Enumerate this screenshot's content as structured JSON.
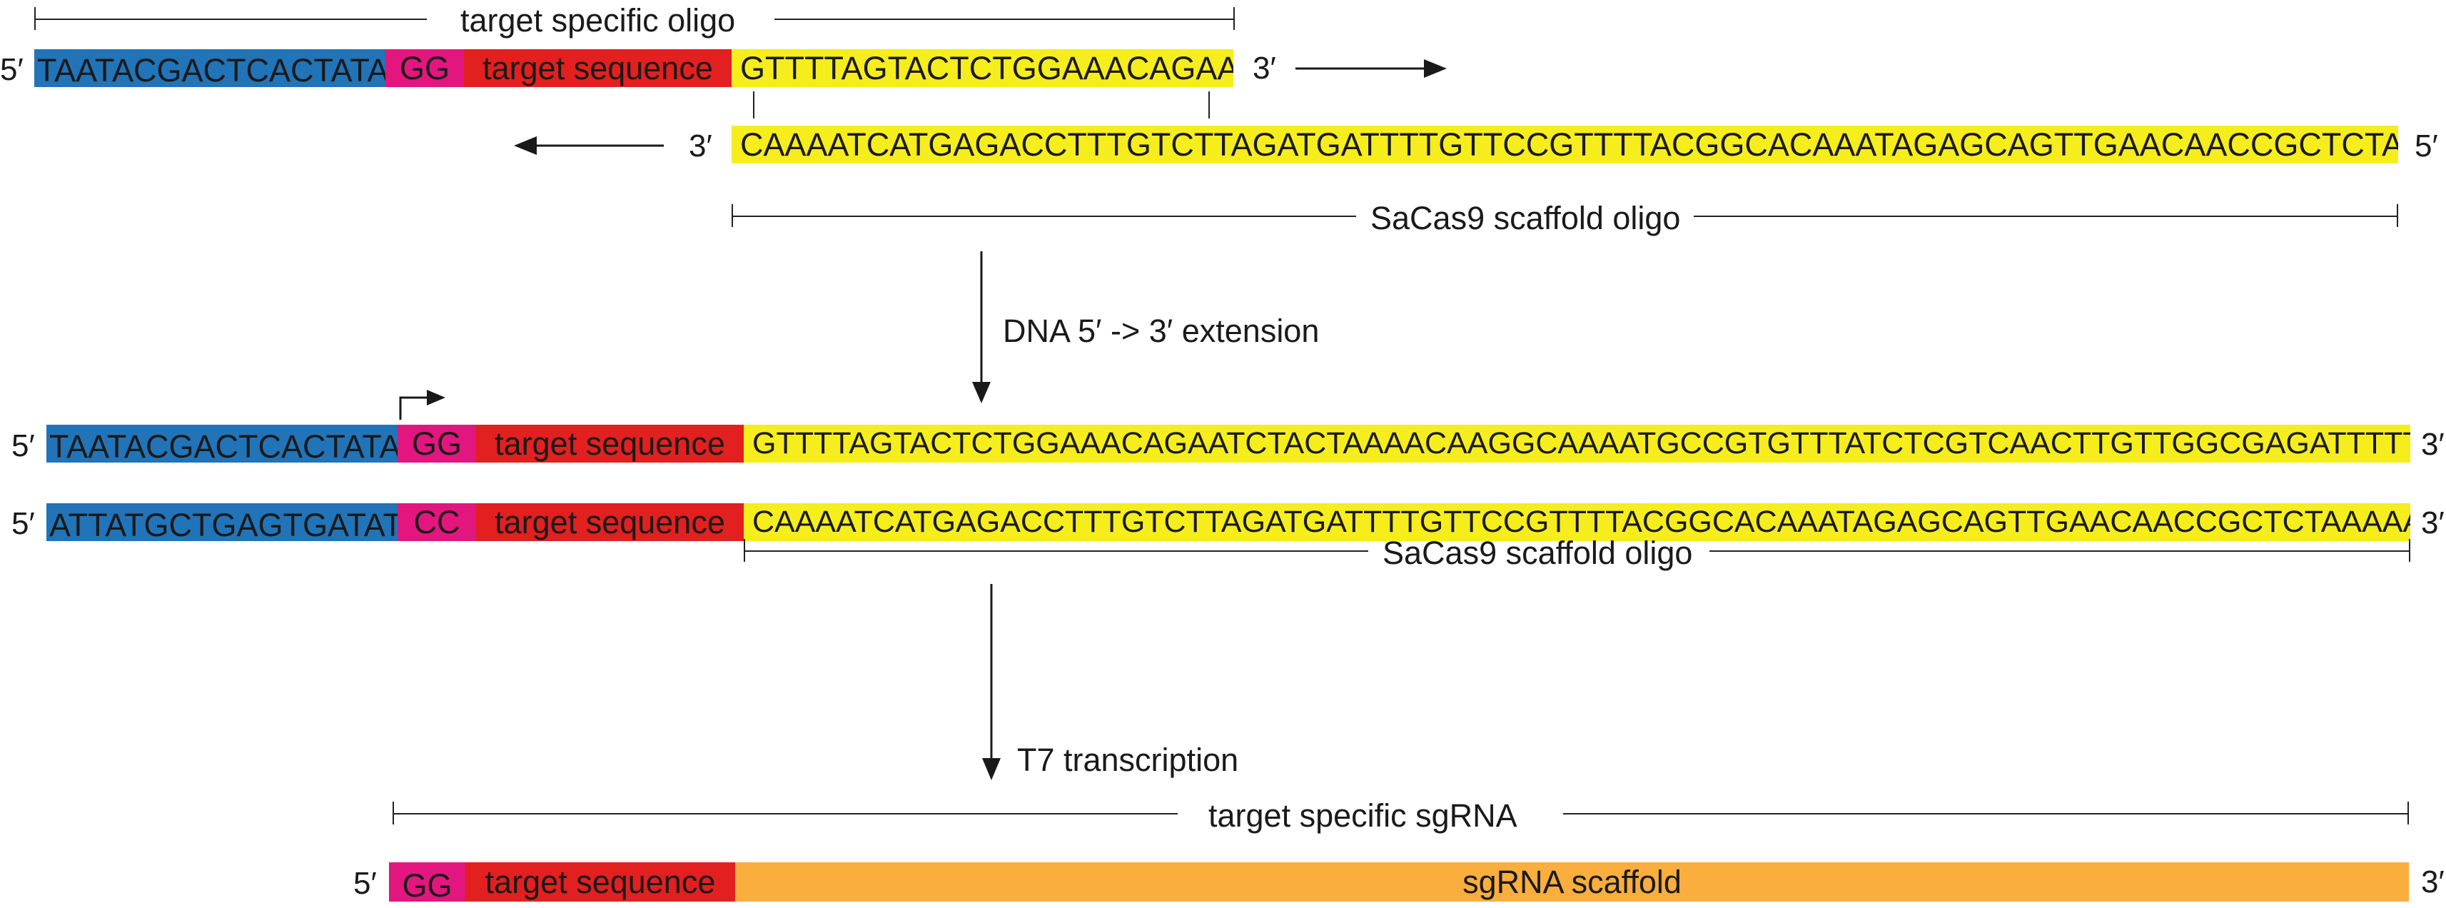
{
  "colors": {
    "t7_promoter": "#2174b8",
    "gg": "#e2167e",
    "target": "#e1201f",
    "scaffold_dna": "#f6ed1d",
    "sgrna_scaffold": "#f9ae3e",
    "ink": "#1a1a1a"
  },
  "step1": {
    "bracket_label": "target specific oligo",
    "top_strand": {
      "end5": "5′",
      "t7": "TAATACGACTCACTATA",
      "gg": "GG",
      "target": "target sequence",
      "overlap": "GTTTTAGTACTCTGGAAACAGAA",
      "end3": "3′"
    },
    "bottom_strand": {
      "end3": "3′",
      "seq": "CAAAATCATGAGACCTTTGTCTTAGATGATTTTGTTCCGTTTTACGGCACAAATAGAGCAGTTGAACAACCGCTCTAAAAA",
      "end5": "5′"
    },
    "scaffold_bracket_label": "SaCas9 scaffold oligo",
    "arrow_icons": [
      "arrow-right-icon",
      "arrow-left-icon"
    ]
  },
  "extension_label": "DNA 5′ -> 3′ extension",
  "step2": {
    "top_strand": {
      "end5": "5′",
      "t7": "TAATACGACTCACTATA",
      "gg": "GG",
      "target": "target sequence",
      "seq": "GTTTTAGTACTCTGGAAACAGAATCTACTAAAACAAGGCAAAATGCCGTGTTTATCTCGTCAACTTGTTGGCGAGATTTTT",
      "end3": "3′"
    },
    "bottom_strand": {
      "end5": "5′",
      "t7": "ATTATGCTGAGTGATAT",
      "cc": "CC",
      "target": "target sequence",
      "seq": "CAAAATCATGAGACCTTTGTCTTAGATGATTTTGTTCCGTTTTACGGCACAAATAGAGCAGTTGAACAACCGCTCTAAAAA",
      "end3": "3′"
    },
    "scaffold_bracket_label": "SaCas9 scaffold oligo",
    "promoter_icon": "transcription-start-arrow-icon"
  },
  "transcription_label": "T7 transcription",
  "step3": {
    "bracket_label": "target specific sgRNA",
    "strand": {
      "end5": "5′",
      "gg": "GG",
      "target": "target sequence",
      "scaffold": "sgRNA scaffold",
      "end3": "3′"
    }
  }
}
